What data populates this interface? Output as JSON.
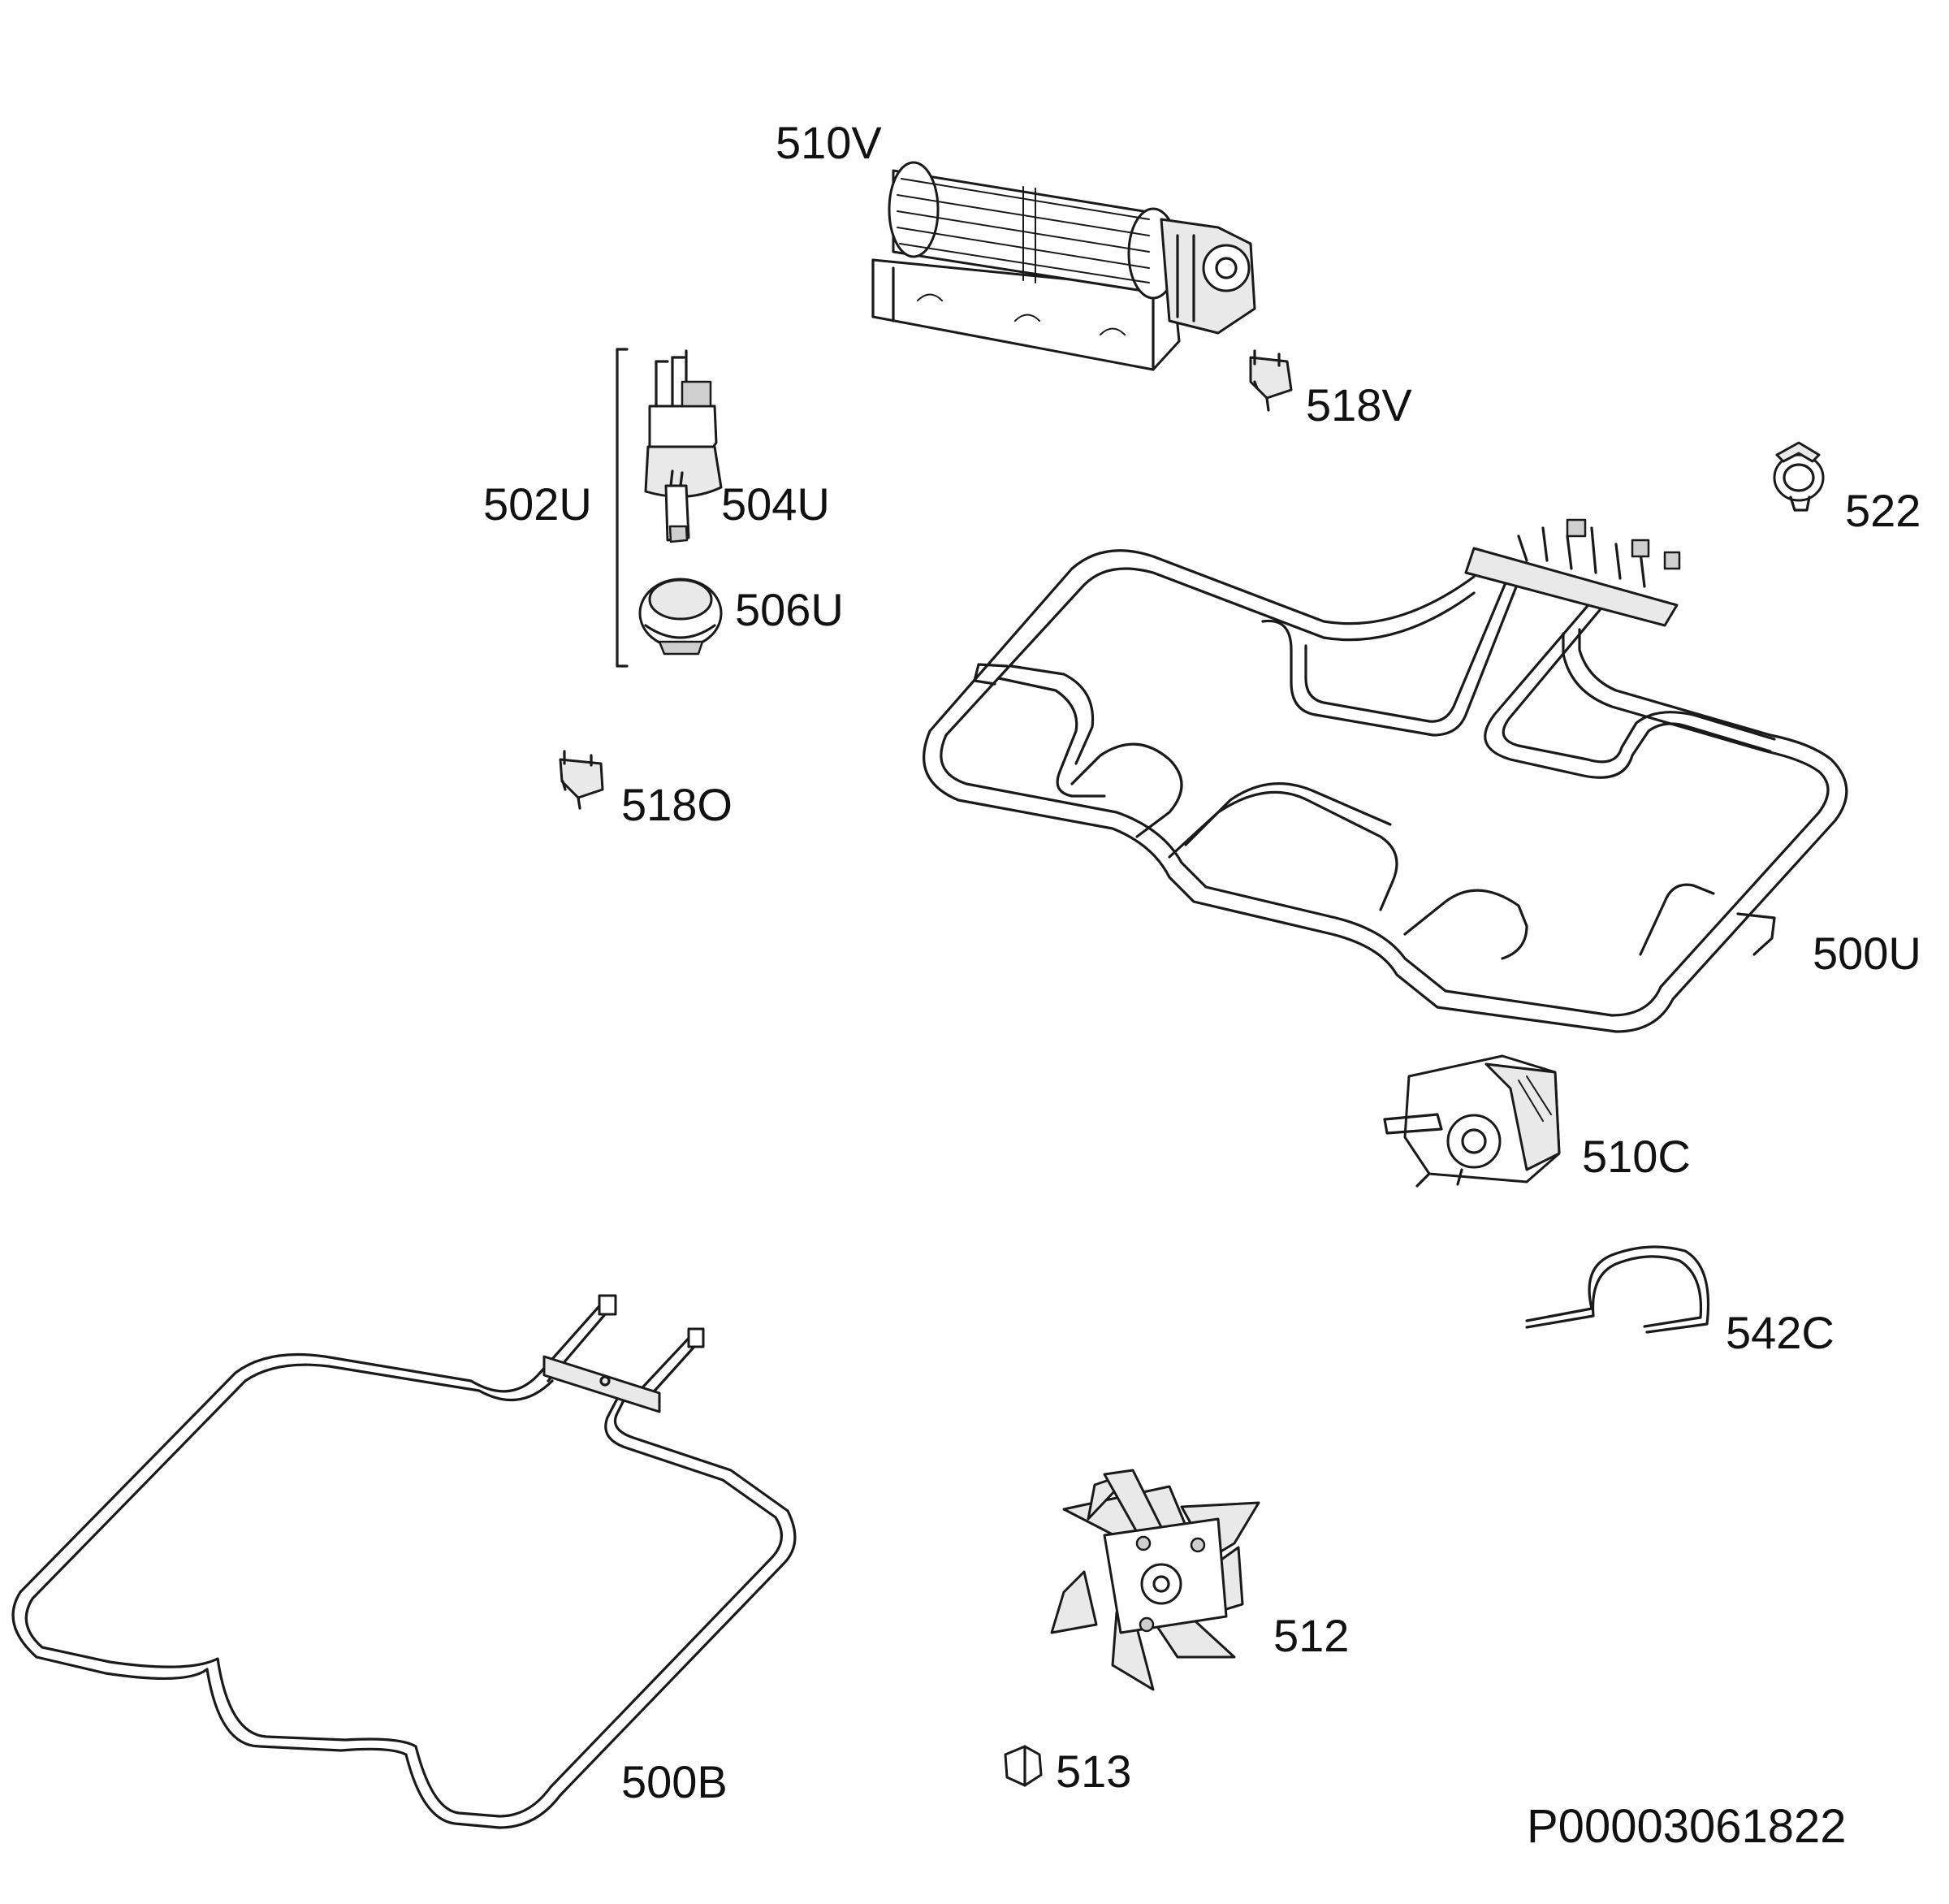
{
  "parts": {
    "p510V": "510V",
    "p518V": "518V",
    "p502U": "502U",
    "p504U": "504U",
    "p506U": "506U",
    "p522": "522",
    "p518O": "518O",
    "p500U": "500U",
    "p510C": "510C",
    "p542C": "542C",
    "p512": "512",
    "p513": "513",
    "p500B": "500B"
  },
  "drawing_id": "P00003061822"
}
